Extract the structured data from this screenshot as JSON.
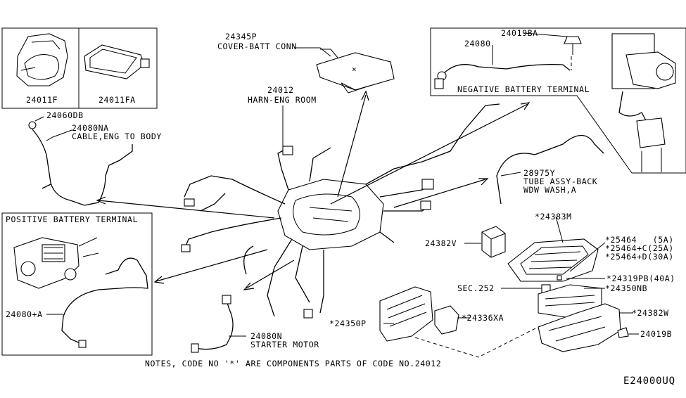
{
  "diagram_id": "E24000UQ",
  "notes": "NOTES, CODE NO '*' ARE COMPONENTS PARTS OF CODE NO.24012",
  "boxes": {
    "negative_terminal": "NEGATIVE BATTERY TERMINAL",
    "positive_terminal": "POSITIVE BATTERY TERMINAL"
  },
  "labels": {
    "p24011F": "24011F",
    "p24011FA": "24011FA",
    "p24345P_num": "24345P",
    "p24345P_desc": "COVER-BATT CONN",
    "p24012_num": "24012",
    "p24012_desc": "HARN-ENG ROOM",
    "p24060DB": "24060DB",
    "p24080NA_num": "24080NA",
    "p24080NA_desc": "CABLE,ENG TO BODY",
    "p24019BA": "24019BA",
    "p24080": "24080",
    "p28975Y_num": "28975Y",
    "p28975Y_desc1": "TUBE ASSY-BACK",
    "p28975Y_desc2": "WDW WASH,A",
    "p24383M": "*24383M",
    "p24382V": "24382V",
    "p25464a": "*25464   (5A)",
    "p25464b": "*25464+C(25A)",
    "p25464c": "*25464+D(30A)",
    "sec252": "SEC.252",
    "p24319PB": "*24319PB(40A)",
    "p24350NB": "*24350NB",
    "p24382W": "*24382W",
    "p24019B": "24019B",
    "p24350P": "*24350P",
    "p24336XA": "*24336XA",
    "p24080plusA": "24080+A",
    "p24080N_num": "24080N",
    "p24080N_desc": "STARTER MOTOR"
  }
}
